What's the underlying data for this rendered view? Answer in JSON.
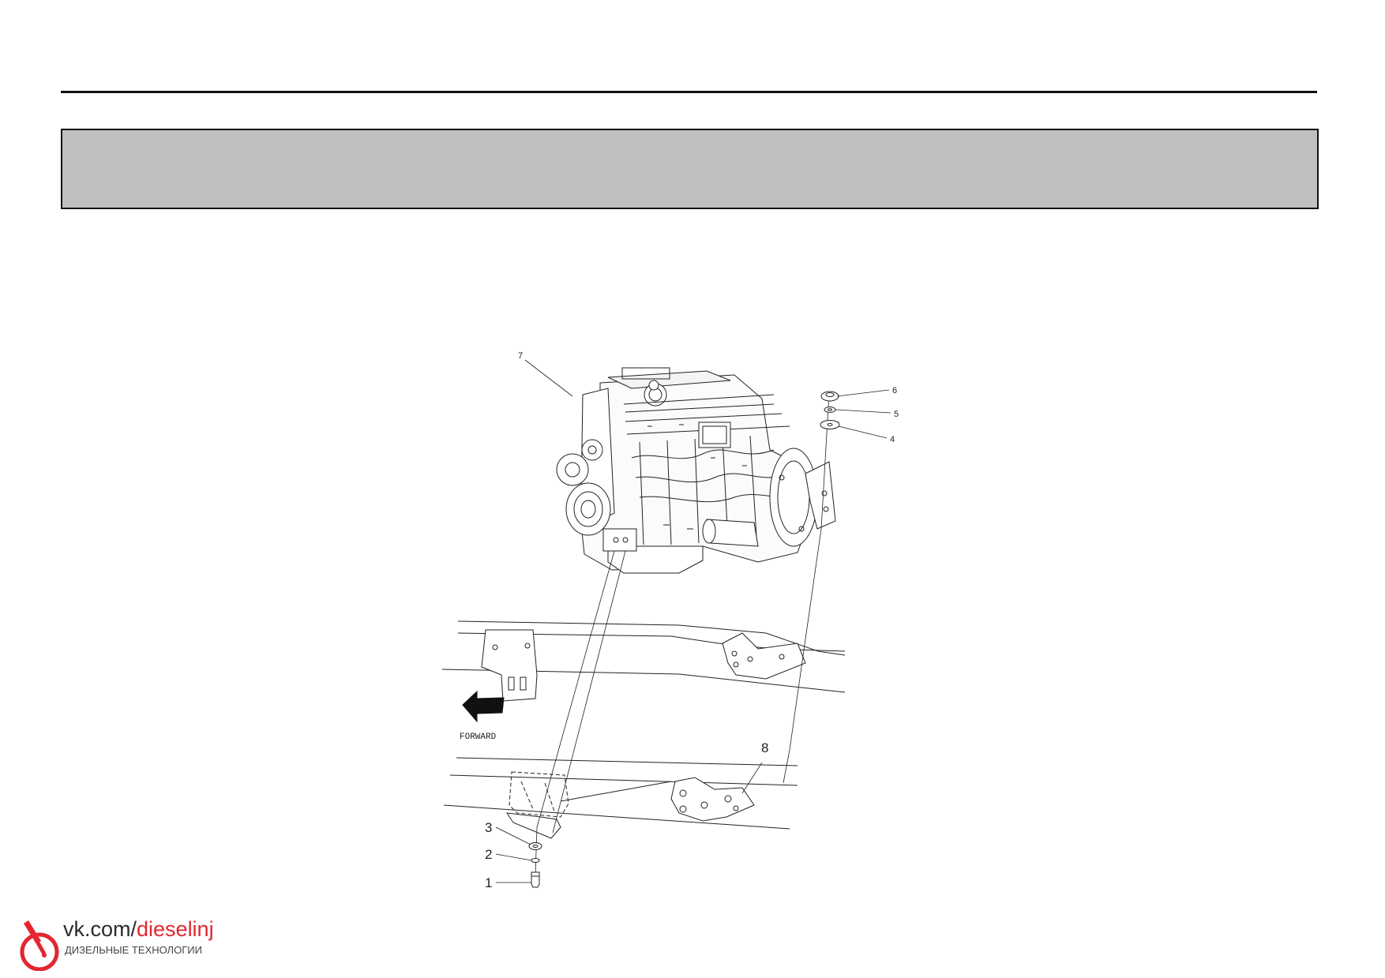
{
  "diagram": {
    "callouts": {
      "c1": "1",
      "c2": "2",
      "c3": "3",
      "c4": "4",
      "c5": "5",
      "c6": "6",
      "c7": "7",
      "c8": "8"
    },
    "forward_label": "FORWARD"
  },
  "watermark": {
    "site_prefix": "vk.com/",
    "site_accent": "dieselinj",
    "tagline": "ДИЗЕЛЬНЫЕ ТЕХНОЛОГИИ",
    "accent_color": "#e3262f"
  }
}
